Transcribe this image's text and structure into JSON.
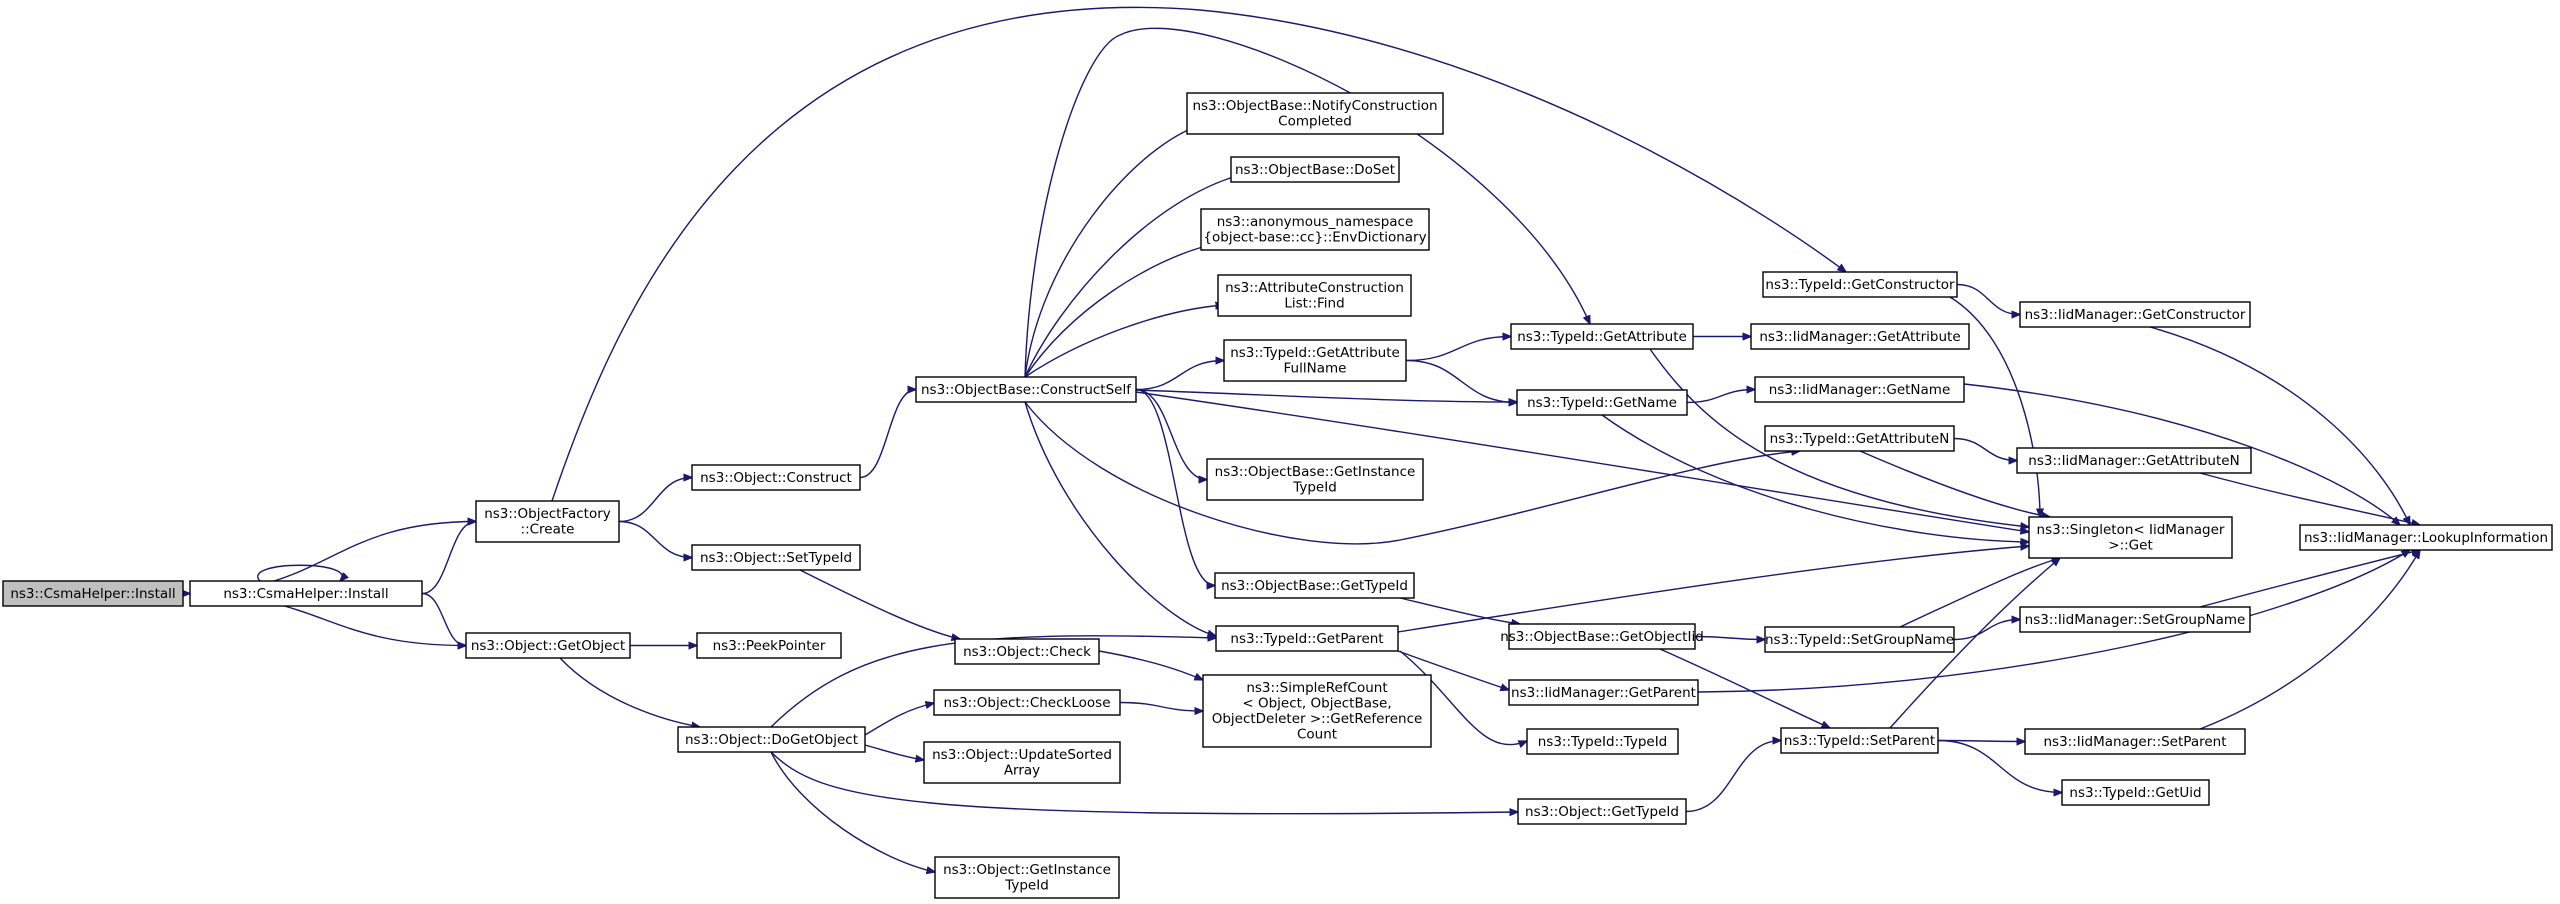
{
  "diagram": {
    "colors": {
      "edge": "#191970",
      "node_border": "#000000",
      "root_fill": "#bfbfbf",
      "node_fill": "#ffffff",
      "text": "#000000"
    },
    "nodes": [
      {
        "id": "n0",
        "lines": [
          "ns3::CsmaHelper::Install"
        ],
        "root": true
      },
      {
        "id": "n1",
        "lines": [
          "ns3::CsmaHelper::Install"
        ]
      },
      {
        "id": "n2",
        "lines": [
          "ns3::ObjectFactory",
          "::Create"
        ]
      },
      {
        "id": "n3",
        "lines": [
          "ns3::Object::GetObject"
        ]
      },
      {
        "id": "n4",
        "lines": [
          "ns3::Object::Construct"
        ]
      },
      {
        "id": "n5",
        "lines": [
          "ns3::Object::SetTypeId"
        ]
      },
      {
        "id": "n6",
        "lines": [
          "ns3::PeekPointer"
        ]
      },
      {
        "id": "n7",
        "lines": [
          "ns3::Object::DoGetObject"
        ]
      },
      {
        "id": "n8",
        "lines": [
          "ns3::ObjectBase::ConstructSelf"
        ]
      },
      {
        "id": "n9",
        "lines": [
          "ns3::Object::Check"
        ]
      },
      {
        "id": "n10",
        "lines": [
          "ns3::Object::CheckLoose"
        ]
      },
      {
        "id": "n11",
        "lines": [
          "ns3::Object::UpdateSorted",
          "Array"
        ]
      },
      {
        "id": "n12",
        "lines": [
          "ns3::Object::GetInstance",
          "TypeId"
        ]
      },
      {
        "id": "n13",
        "lines": [
          "ns3::ObjectBase::NotifyConstruction",
          "Completed"
        ]
      },
      {
        "id": "n14",
        "lines": [
          "ns3::ObjectBase::DoSet"
        ]
      },
      {
        "id": "n15",
        "lines": [
          "ns3::anonymous_namespace",
          "{object-base::cc}::EnvDictionary"
        ]
      },
      {
        "id": "n16",
        "lines": [
          "ns3::AttributeConstruction",
          "List::Find"
        ]
      },
      {
        "id": "n17",
        "lines": [
          "ns3::TypeId::GetAttribute",
          "FullName"
        ]
      },
      {
        "id": "n18",
        "lines": [
          "ns3::ObjectBase::GetInstance",
          "TypeId"
        ]
      },
      {
        "id": "n19",
        "lines": [
          "ns3::ObjectBase::GetTypeId"
        ]
      },
      {
        "id": "n20",
        "lines": [
          "ns3::TypeId::GetParent"
        ]
      },
      {
        "id": "n21",
        "lines": [
          "ns3::SimpleRefCount",
          "< Object, ObjectBase,",
          "ObjectDeleter >::GetReference",
          "Count"
        ]
      },
      {
        "id": "n22",
        "lines": [
          "ns3::TypeId::GetAttribute"
        ]
      },
      {
        "id": "n23",
        "lines": [
          "ns3::TypeId::GetName"
        ]
      },
      {
        "id": "n24",
        "lines": [
          "ns3::ObjectBase::GetObjectIid"
        ]
      },
      {
        "id": "n25",
        "lines": [
          "ns3::IidManager::GetParent"
        ]
      },
      {
        "id": "n26",
        "lines": [
          "ns3::TypeId::TypeId"
        ]
      },
      {
        "id": "n27",
        "lines": [
          "ns3::Object::GetTypeId"
        ]
      },
      {
        "id": "n28",
        "lines": [
          "ns3::IidManager::GetAttribute"
        ]
      },
      {
        "id": "n29",
        "lines": [
          "ns3::IidManager::GetName"
        ]
      },
      {
        "id": "n30",
        "lines": [
          "ns3::TypeId::GetAttributeN"
        ]
      },
      {
        "id": "n31",
        "lines": [
          "ns3::TypeId::SetGroupName"
        ]
      },
      {
        "id": "n32",
        "lines": [
          "ns3::TypeId::SetParent"
        ]
      },
      {
        "id": "n33",
        "lines": [
          "ns3::TypeId::GetConstructor"
        ]
      },
      {
        "id": "n34",
        "lines": [
          "ns3::Singleton< IidManager",
          ">::Get"
        ]
      },
      {
        "id": "n35",
        "lines": [
          "ns3::IidManager::GetConstructor"
        ]
      },
      {
        "id": "n36",
        "lines": [
          "ns3::IidManager::GetAttributeN"
        ]
      },
      {
        "id": "n37",
        "lines": [
          "ns3::IidManager::SetGroupName"
        ]
      },
      {
        "id": "n38",
        "lines": [
          "ns3::IidManager::SetParent"
        ]
      },
      {
        "id": "n39",
        "lines": [
          "ns3::TypeId::GetUid"
        ]
      },
      {
        "id": "n40",
        "lines": [
          "ns3::IidManager::LookupInformation"
        ]
      }
    ],
    "edges": [
      {
        "from": "n0",
        "to": "n1"
      },
      {
        "from": "n0",
        "to": "n2"
      },
      {
        "from": "n0",
        "to": "n3"
      },
      {
        "from": "n1",
        "to": "n1"
      },
      {
        "from": "n1",
        "to": "n2"
      },
      {
        "from": "n1",
        "to": "n3"
      },
      {
        "from": "n2",
        "to": "n4"
      },
      {
        "from": "n2",
        "to": "n5"
      },
      {
        "from": "n2",
        "to": "n33"
      },
      {
        "from": "n3",
        "to": "n6"
      },
      {
        "from": "n3",
        "to": "n7"
      },
      {
        "from": "n4",
        "to": "n8"
      },
      {
        "from": "n5",
        "to": "n9"
      },
      {
        "from": "n7",
        "to": "n10"
      },
      {
        "from": "n7",
        "to": "n11"
      },
      {
        "from": "n7",
        "to": "n12"
      },
      {
        "from": "n7",
        "to": "n20"
      },
      {
        "from": "n7",
        "to": "n27"
      },
      {
        "from": "n8",
        "to": "n13"
      },
      {
        "from": "n8",
        "to": "n14"
      },
      {
        "from": "n8",
        "to": "n15"
      },
      {
        "from": "n8",
        "to": "n16"
      },
      {
        "from": "n8",
        "to": "n17"
      },
      {
        "from": "n8",
        "to": "n18"
      },
      {
        "from": "n8",
        "to": "n19"
      },
      {
        "from": "n8",
        "to": "n20"
      },
      {
        "from": "n8",
        "to": "n22"
      },
      {
        "from": "n8",
        "to": "n23"
      },
      {
        "from": "n8",
        "to": "n30"
      },
      {
        "from": "n8",
        "to": "n34"
      },
      {
        "from": "n9",
        "to": "n21"
      },
      {
        "from": "n10",
        "to": "n21"
      },
      {
        "from": "n17",
        "to": "n22"
      },
      {
        "from": "n17",
        "to": "n23"
      },
      {
        "from": "n19",
        "to": "n24"
      },
      {
        "from": "n20",
        "to": "n25"
      },
      {
        "from": "n20",
        "to": "n26"
      },
      {
        "from": "n20",
        "to": "n34"
      },
      {
        "from": "n22",
        "to": "n28"
      },
      {
        "from": "n22",
        "to": "n34"
      },
      {
        "from": "n23",
        "to": "n29"
      },
      {
        "from": "n23",
        "to": "n34"
      },
      {
        "from": "n24",
        "to": "n31"
      },
      {
        "from": "n24",
        "to": "n32"
      },
      {
        "from": "n25",
        "to": "n40"
      },
      {
        "from": "n27",
        "to": "n32"
      },
      {
        "from": "n29",
        "to": "n40"
      },
      {
        "from": "n30",
        "to": "n36"
      },
      {
        "from": "n30",
        "to": "n34"
      },
      {
        "from": "n31",
        "to": "n37"
      },
      {
        "from": "n31",
        "to": "n34"
      },
      {
        "from": "n32",
        "to": "n38"
      },
      {
        "from": "n32",
        "to": "n39"
      },
      {
        "from": "n32",
        "to": "n34"
      },
      {
        "from": "n33",
        "to": "n35"
      },
      {
        "from": "n33",
        "to": "n34"
      },
      {
        "from": "n35",
        "to": "n40"
      },
      {
        "from": "n36",
        "to": "n40"
      },
      {
        "from": "n37",
        "to": "n40"
      },
      {
        "from": "n38",
        "to": "n40"
      }
    ]
  }
}
